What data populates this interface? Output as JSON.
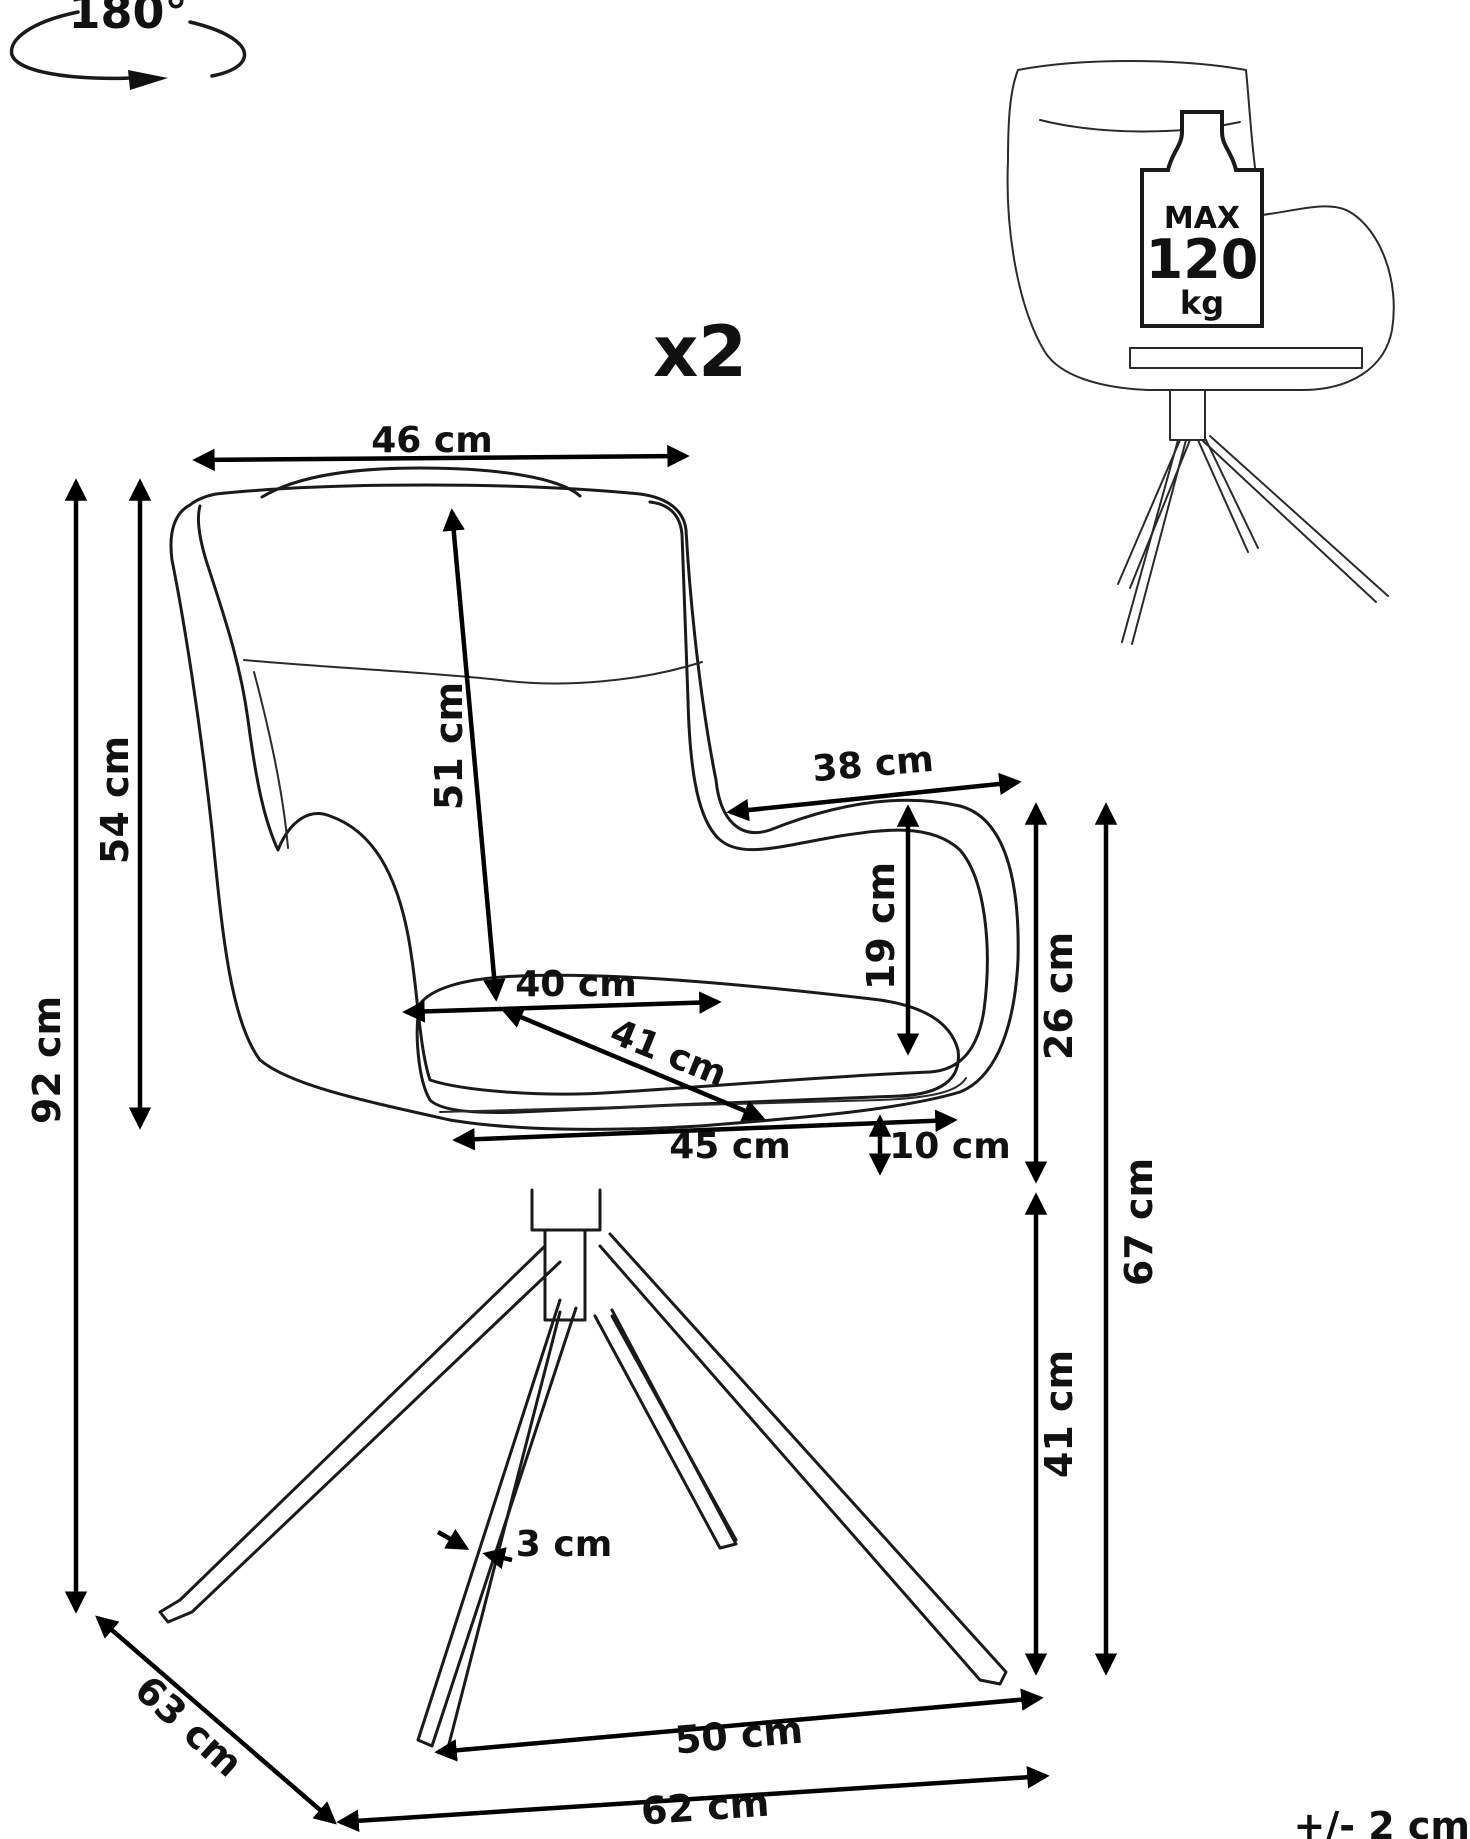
{
  "rotation_label": "180°",
  "quantity": "x2",
  "max_load": {
    "line1": "MAX",
    "line2": "120",
    "line3": "kg"
  },
  "dimensions": {
    "total_width_top": "46 cm",
    "backrest_height": "51 cm",
    "armrest_depth": "38 cm",
    "arm_height": "19 cm",
    "seat_width_back": "40 cm",
    "seat_depth": "41 cm",
    "seat_width": "45 cm",
    "seat_thickness": "10 cm",
    "back_height_outer": "54 cm",
    "total_height": "92 cm",
    "arm_to_seat_height": "26 cm",
    "armrest_floor_height": "67 cm",
    "seat_floor_height": "41 cm",
    "leg_thickness": "3 cm",
    "base_depth": "63 cm",
    "base_width_inner": "50 cm",
    "base_width_outer": "62 cm"
  },
  "tolerance": "+/- 2 cm"
}
